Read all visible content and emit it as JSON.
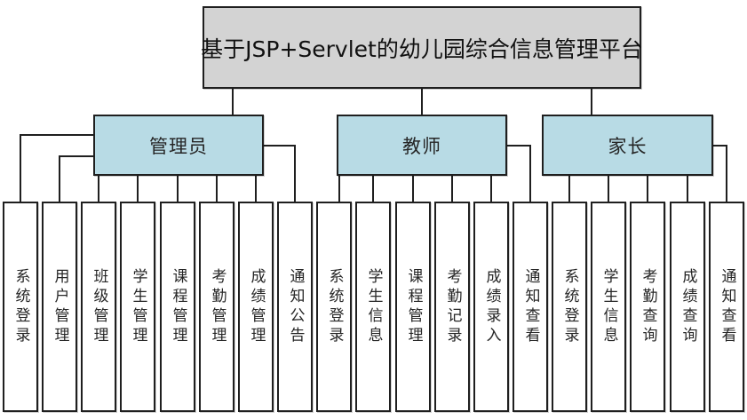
{
  "diagram": {
    "title": "基于JSP+Servlet的幼儿园综合信息管理平台",
    "colors": {
      "title_fill": "#d3d3d3",
      "role_fill": "#b8dbe5",
      "leaf_fill": "#ffffff",
      "line": "#1f1f1f"
    },
    "roles": [
      {
        "label": "管理员",
        "functions": [
          "系统登录",
          "用户管理",
          "班级管理",
          "学生管理",
          "课程管理",
          "考勤管理",
          "成绩管理",
          "通知公告"
        ]
      },
      {
        "label": "教师",
        "functions": [
          "系统登录",
          "学生信息",
          "课程管理",
          "考勤记录",
          "成绩录入",
          "通知查看"
        ]
      },
      {
        "label": "家长",
        "functions": [
          "系统登录",
          "学生信息",
          "考勤查询",
          "成绩查询",
          "通知查看"
        ]
      }
    ]
  }
}
